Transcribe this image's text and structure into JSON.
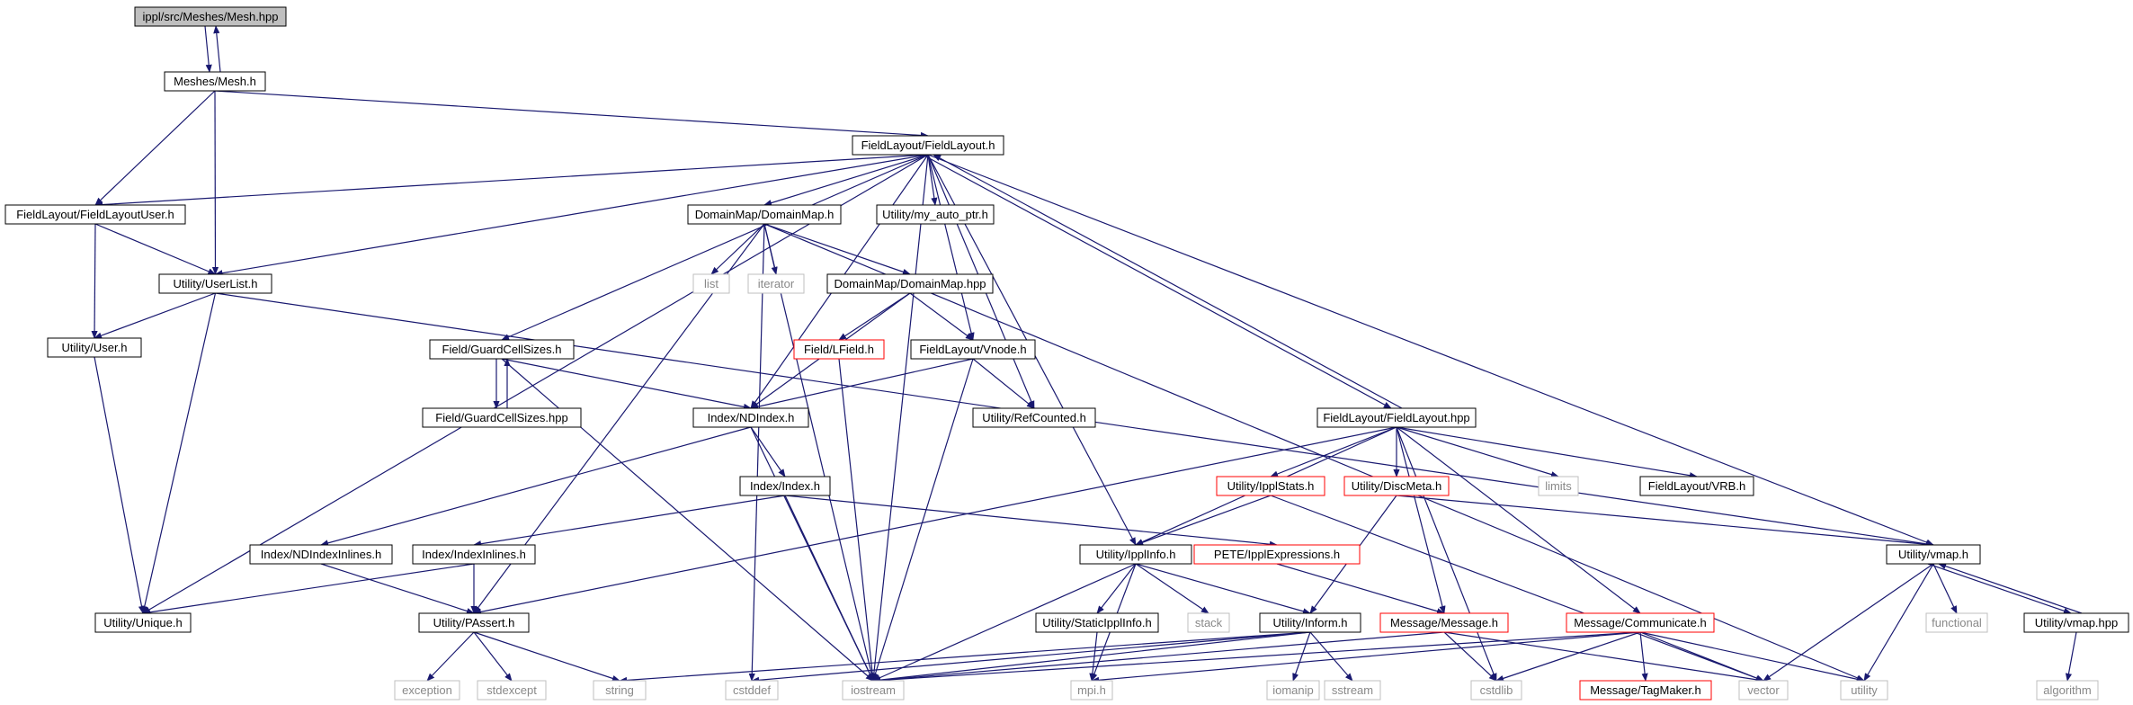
{
  "colors": {
    "edge": "#191970",
    "box_border_black": "#000000",
    "box_border_red": "#ff0000",
    "box_border_gray": "#bfbfbf",
    "root_fill": "#bfbfbf",
    "text_gray": "#888888"
  },
  "nodes": [
    {
      "id": "n_root",
      "label": "ippl/src/Meshes/Mesh.hpp",
      "style": "root"
    },
    {
      "id": "n_meshh",
      "label": "Meshes/Mesh.h",
      "style": "black"
    },
    {
      "id": "n_fl",
      "label": "FieldLayout/FieldLayout.h",
      "style": "black"
    },
    {
      "id": "n_flu",
      "label": "FieldLayout/FieldLayoutUser.h",
      "style": "black"
    },
    {
      "id": "n_dm",
      "label": "DomainMap/DomainMap.h",
      "style": "black"
    },
    {
      "id": "n_myauto",
      "label": "Utility/my_auto_ptr.h",
      "style": "black"
    },
    {
      "id": "n_userlist",
      "label": "Utility/UserList.h",
      "style": "black"
    },
    {
      "id": "n_list",
      "label": "list",
      "style": "gray"
    },
    {
      "id": "n_iterator",
      "label": "iterator",
      "style": "gray"
    },
    {
      "id": "n_dmhpp",
      "label": "DomainMap/DomainMap.hpp",
      "style": "black"
    },
    {
      "id": "n_user",
      "label": "Utility/User.h",
      "style": "black"
    },
    {
      "id": "n_gcs",
      "label": "Field/GuardCellSizes.h",
      "style": "black"
    },
    {
      "id": "n_lfield",
      "label": "Field/LField.h",
      "style": "red"
    },
    {
      "id": "n_vnode",
      "label": "FieldLayout/Vnode.h",
      "style": "black"
    },
    {
      "id": "n_gcshpp",
      "label": "Field/GuardCellSizes.hpp",
      "style": "black"
    },
    {
      "id": "n_ndindex",
      "label": "Index/NDIndex.h",
      "style": "black"
    },
    {
      "id": "n_refcounted",
      "label": "Utility/RefCounted.h",
      "style": "black"
    },
    {
      "id": "n_flhpp",
      "label": "FieldLayout/FieldLayout.hpp",
      "style": "black"
    },
    {
      "id": "n_index",
      "label": "Index/Index.h",
      "style": "black"
    },
    {
      "id": "n_ipplstats",
      "label": "Utility/IpplStats.h",
      "style": "red"
    },
    {
      "id": "n_discmeta",
      "label": "Utility/DiscMeta.h",
      "style": "red"
    },
    {
      "id": "n_limits",
      "label": "limits",
      "style": "gray"
    },
    {
      "id": "n_vrb",
      "label": "FieldLayout/VRB.h",
      "style": "black"
    },
    {
      "id": "n_ndii",
      "label": "Index/NDIndexInlines.h",
      "style": "black"
    },
    {
      "id": "n_indexinl",
      "label": "Index/IndexInlines.h",
      "style": "black"
    },
    {
      "id": "n_ipplinfo",
      "label": "Utility/IpplInfo.h",
      "style": "black"
    },
    {
      "id": "n_pete",
      "label": "PETE/IpplExpressions.h",
      "style": "red"
    },
    {
      "id": "n_vmap",
      "label": "Utility/vmap.h",
      "style": "black"
    },
    {
      "id": "n_unique",
      "label": "Utility/Unique.h",
      "style": "black"
    },
    {
      "id": "n_passert",
      "label": "Utility/PAssert.h",
      "style": "black"
    },
    {
      "id": "n_static",
      "label": "Utility/StaticIpplInfo.h",
      "style": "black"
    },
    {
      "id": "n_stack",
      "label": "stack",
      "style": "gray"
    },
    {
      "id": "n_inform",
      "label": "Utility/Inform.h",
      "style": "black"
    },
    {
      "id": "n_message",
      "label": "Message/Message.h",
      "style": "red"
    },
    {
      "id": "n_communicate",
      "label": "Message/Communicate.h",
      "style": "red"
    },
    {
      "id": "n_functional",
      "label": "functional",
      "style": "gray"
    },
    {
      "id": "n_vmaphpp",
      "label": "Utility/vmap.hpp",
      "style": "black"
    },
    {
      "id": "n_exception",
      "label": "exception",
      "style": "gray"
    },
    {
      "id": "n_stdexcept",
      "label": "stdexcept",
      "style": "gray"
    },
    {
      "id": "n_string",
      "label": "string",
      "style": "gray"
    },
    {
      "id": "n_cstddef",
      "label": "cstddef",
      "style": "gray"
    },
    {
      "id": "n_iostream",
      "label": "iostream",
      "style": "gray"
    },
    {
      "id": "n_mpih",
      "label": "mpi.h",
      "style": "gray"
    },
    {
      "id": "n_iomanip",
      "label": "iomanip",
      "style": "gray"
    },
    {
      "id": "n_sstream",
      "label": "sstream",
      "style": "gray"
    },
    {
      "id": "n_cstdlib",
      "label": "cstdlib",
      "style": "gray"
    },
    {
      "id": "n_tagmaker",
      "label": "Message/TagMaker.h",
      "style": "red"
    },
    {
      "id": "n_vector",
      "label": "vector",
      "style": "gray"
    },
    {
      "id": "n_utility",
      "label": "utility",
      "style": "gray"
    },
    {
      "id": "n_algorithm",
      "label": "algorithm",
      "style": "gray"
    }
  ],
  "edges": [
    [
      "n_root",
      "n_meshh"
    ],
    [
      "n_meshh",
      "n_root"
    ],
    [
      "n_meshh",
      "n_fl"
    ],
    [
      "n_meshh",
      "n_flu"
    ],
    [
      "n_meshh",
      "n_userlist"
    ],
    [
      "n_fl",
      "n_flu"
    ],
    [
      "n_fl",
      "n_userlist"
    ],
    [
      "n_fl",
      "n_dm"
    ],
    [
      "n_fl",
      "n_myauto"
    ],
    [
      "n_fl",
      "n_gcs"
    ],
    [
      "n_fl",
      "n_vnode"
    ],
    [
      "n_fl",
      "n_refcounted"
    ],
    [
      "n_fl",
      "n_ndindex"
    ],
    [
      "n_fl",
      "n_flhpp"
    ],
    [
      "n_flhpp",
      "n_fl"
    ],
    [
      "n_fl",
      "n_vmap"
    ],
    [
      "n_fl",
      "n_ipplinfo"
    ],
    [
      "n_fl",
      "n_iostream"
    ],
    [
      "n_fl",
      "n_unique"
    ],
    [
      "n_flu",
      "n_userlist"
    ],
    [
      "n_flu",
      "n_user"
    ],
    [
      "n_userlist",
      "n_user"
    ],
    [
      "n_userlist",
      "n_unique"
    ],
    [
      "n_userlist",
      "n_vmap"
    ],
    [
      "n_user",
      "n_unique"
    ],
    [
      "n_dm",
      "n_list"
    ],
    [
      "n_dm",
      "n_iterator"
    ],
    [
      "n_dm",
      "n_dmhpp"
    ],
    [
      "n_dm",
      "n_passert"
    ],
    [
      "n_dm",
      "n_cstddef"
    ],
    [
      "n_dm",
      "n_utility"
    ],
    [
      "n_dm",
      "n_iostream"
    ],
    [
      "n_dmhpp",
      "n_lfield"
    ],
    [
      "n_dmhpp",
      "n_vnode"
    ],
    [
      "n_dmhpp",
      "n_ndindex"
    ],
    [
      "n_gcs",
      "n_gcshpp"
    ],
    [
      "n_gcshpp",
      "n_gcs"
    ],
    [
      "n_gcs",
      "n_ndindex"
    ],
    [
      "n_gcs",
      "n_iostream"
    ],
    [
      "n_lfield",
      "n_iostream"
    ],
    [
      "n_vnode",
      "n_ndindex"
    ],
    [
      "n_vnode",
      "n_refcounted"
    ],
    [
      "n_vnode",
      "n_iostream"
    ],
    [
      "n_ndindex",
      "n_index"
    ],
    [
      "n_ndindex",
      "n_ndii"
    ],
    [
      "n_ndindex",
      "n_iostream"
    ],
    [
      "n_index",
      "n_indexinl"
    ],
    [
      "n_index",
      "n_pete"
    ],
    [
      "n_index",
      "n_iostream"
    ],
    [
      "n_ndii",
      "n_passert"
    ],
    [
      "n_indexinl",
      "n_passert"
    ],
    [
      "n_indexinl",
      "n_unique"
    ],
    [
      "n_flhpp",
      "n_ipplstats"
    ],
    [
      "n_flhpp",
      "n_discmeta"
    ],
    [
      "n_flhpp",
      "n_limits"
    ],
    [
      "n_flhpp",
      "n_vrb"
    ],
    [
      "n_flhpp",
      "n_message"
    ],
    [
      "n_flhpp",
      "n_communicate"
    ],
    [
      "n_flhpp",
      "n_cstdlib"
    ],
    [
      "n_flhpp",
      "n_passert"
    ],
    [
      "n_flhpp",
      "n_ipplinfo"
    ],
    [
      "n_ipplstats",
      "n_ipplinfo"
    ],
    [
      "n_ipplstats",
      "n_vector"
    ],
    [
      "n_discmeta",
      "n_inform"
    ],
    [
      "n_discmeta",
      "n_vmap"
    ],
    [
      "n_pete",
      "n_message"
    ],
    [
      "n_ipplinfo",
      "n_static"
    ],
    [
      "n_ipplinfo",
      "n_stack"
    ],
    [
      "n_ipplinfo",
      "n_inform"
    ],
    [
      "n_ipplinfo",
      "n_mpih"
    ],
    [
      "n_ipplinfo",
      "n_iostream"
    ],
    [
      "n_static",
      "n_mpih"
    ],
    [
      "n_inform",
      "n_iomanip"
    ],
    [
      "n_inform",
      "n_sstream"
    ],
    [
      "n_inform",
      "n_iostream"
    ],
    [
      "n_inform",
      "n_string"
    ],
    [
      "n_inform",
      "n_cstddef"
    ],
    [
      "n_message",
      "n_cstdlib"
    ],
    [
      "n_message",
      "n_vector"
    ],
    [
      "n_message",
      "n_iostream"
    ],
    [
      "n_communicate",
      "n_tagmaker"
    ],
    [
      "n_communicate",
      "n_vector"
    ],
    [
      "n_communicate",
      "n_utility"
    ],
    [
      "n_communicate",
      "n_cstdlib"
    ],
    [
      "n_communicate",
      "n_mpih"
    ],
    [
      "n_communicate",
      "n_iostream"
    ],
    [
      "n_passert",
      "n_exception"
    ],
    [
      "n_passert",
      "n_stdexcept"
    ],
    [
      "n_passert",
      "n_string"
    ],
    [
      "n_vmap",
      "n_functional"
    ],
    [
      "n_vmap",
      "n_vmaphpp"
    ],
    [
      "n_vmaphpp",
      "n_vmap"
    ],
    [
      "n_vmap",
      "n_vector"
    ],
    [
      "n_vmap",
      "n_utility"
    ],
    [
      "n_vmaphpp",
      "n_algorithm"
    ]
  ]
}
